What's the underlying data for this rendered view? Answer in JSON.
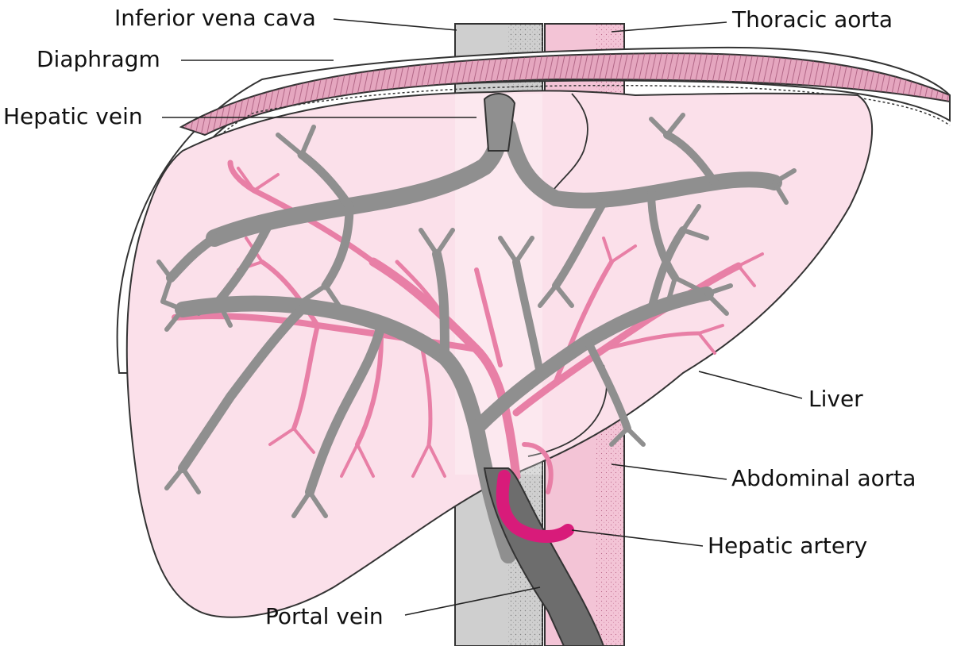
{
  "labels": {
    "ivc": "Inferior vena cava",
    "thoracic_aorta": "Thoracic aorta",
    "diaphragm": "Diaphragm",
    "hepatic_vein": "Hepatic vein",
    "liver": "Liver",
    "abdominal_aorta": "Abdominal aorta",
    "hepatic_artery": "Hepatic artery",
    "portal_vein": "Portal vein"
  },
  "colors": {
    "liver_fill": "#fbe0ea",
    "diaphragm_fill": "#e5a6bf",
    "vena_cava_fill": "#cfcfcf",
    "aorta_fill": "#f3c4d6",
    "vein_gray": "#8f8f8f",
    "vessel_pink": "#e87fa6",
    "hepatic_artery": "#d81b7a",
    "portal_vein": "#6d6d6d"
  }
}
